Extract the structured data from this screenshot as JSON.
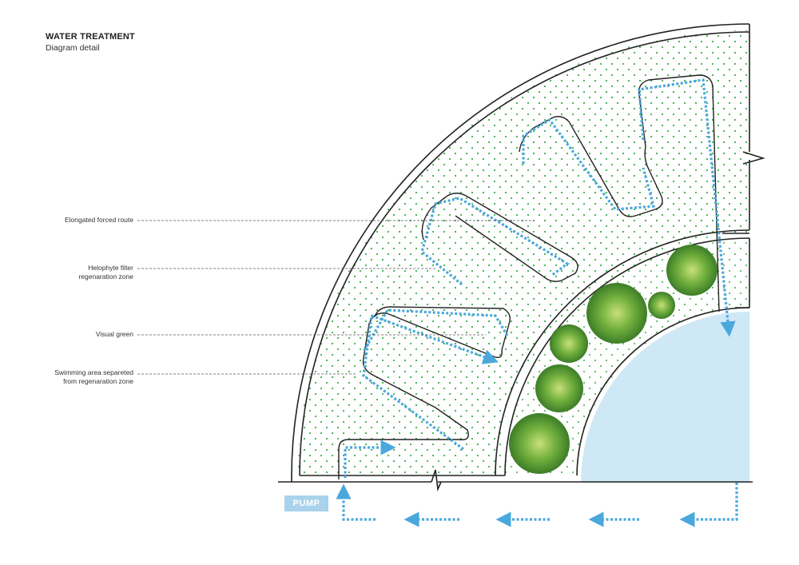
{
  "header": {
    "title": "WATER TREATMENT",
    "subtitle": "Diagram detail"
  },
  "labels": [
    {
      "id": "elongated-forced-route",
      "lines": [
        "Elongated forced route"
      ]
    },
    {
      "id": "helophyte-filter",
      "lines": [
        "Helophyte filter",
        "regenaration zone"
      ]
    },
    {
      "id": "visual-green",
      "lines": [
        "Visual green"
      ]
    },
    {
      "id": "swimming-area",
      "lines": [
        "Swimming area separeted",
        "from regenaration zone"
      ]
    }
  ],
  "pump": {
    "label": "PUMP"
  },
  "colors": {
    "flow": "#4aa8dc",
    "filter_dots": "#3fae4a",
    "pool": "#cfe8f5",
    "pump_box": "#a9d2ec",
    "wall": "#222222"
  }
}
